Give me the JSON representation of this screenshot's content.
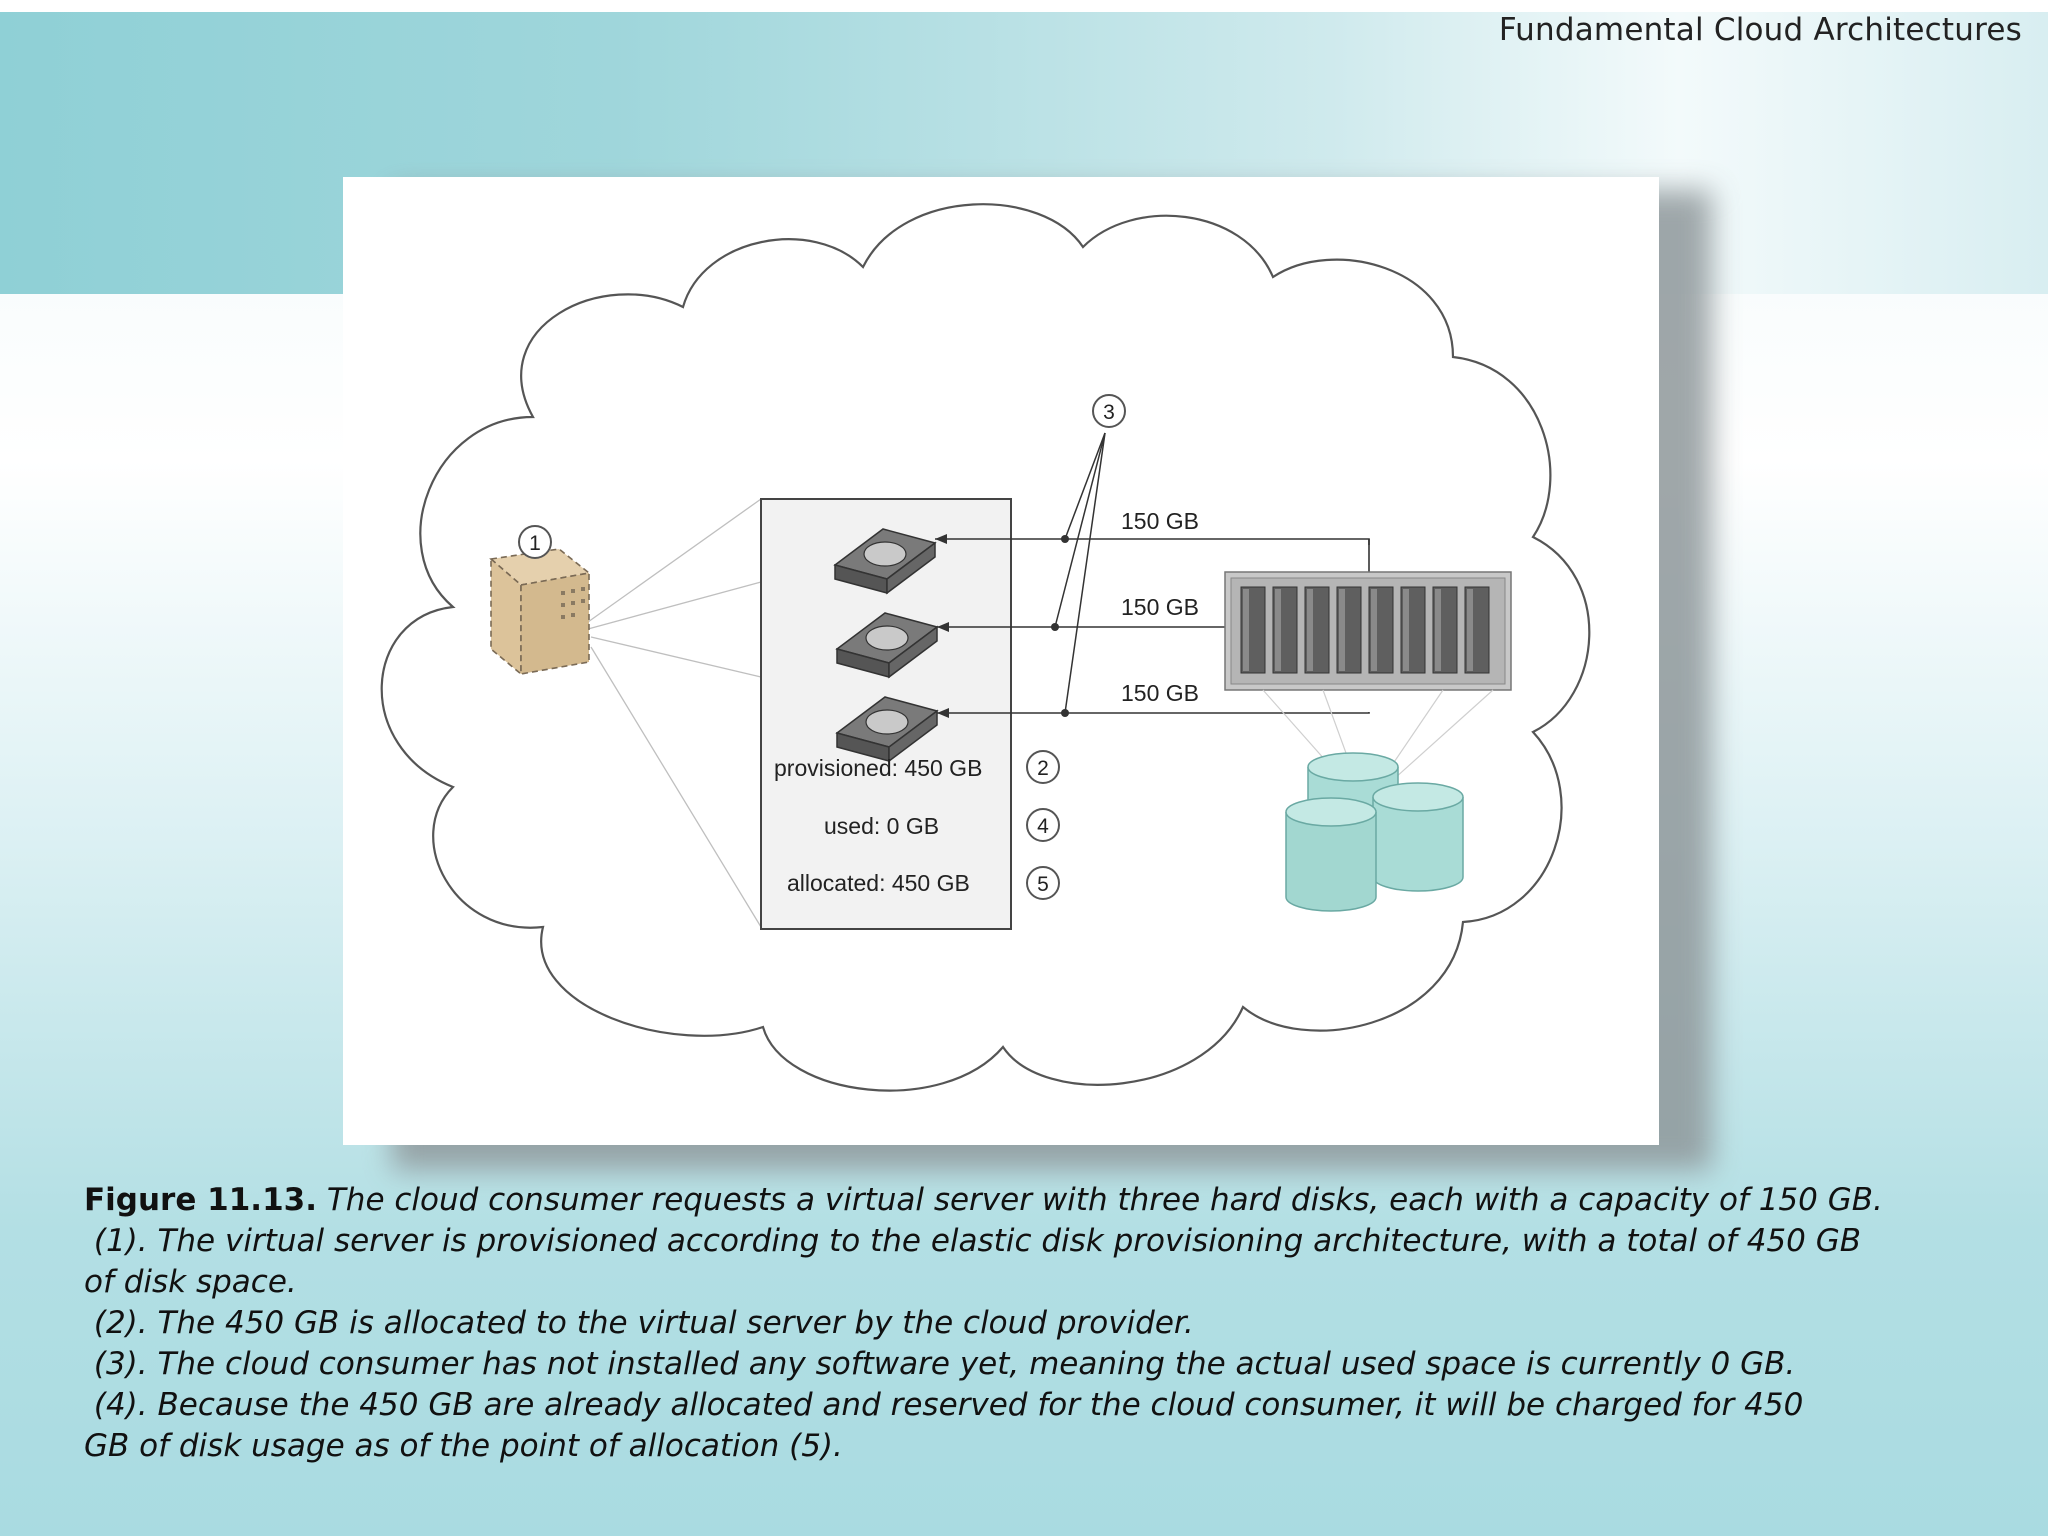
{
  "header": {
    "title": "Fundamental Cloud Architectures"
  },
  "diagram": {
    "markers": [
      "1",
      "2",
      "3",
      "4",
      "5"
    ],
    "disk_labels": [
      "150 GB",
      "150 GB",
      "150 GB"
    ],
    "stats": {
      "provisioned": "provisioned: 450 GB",
      "used": "used: 0 GB",
      "allocated": "allocated: 450 GB"
    },
    "colors": {
      "virtual_server": "#dcc39a",
      "database": "#a9dcd6",
      "disk": "#6e6e6e",
      "cloud_stroke": "#555555"
    }
  },
  "caption": {
    "figure_label": "Figure 11.13.",
    "intro": " The cloud consumer requests a virtual server with three hard disks, each with a capacity of 150 GB.",
    "line_1a": " (1). The virtual server is provisioned according to the elastic disk provisioning architecture, with a total of 450 GB",
    "line_1b": "of disk space.",
    "line_2": " (2). The 450 GB is allocated to the virtual server by the cloud provider.",
    "line_3": " (3). The cloud consumer has not installed any software yet, meaning the actual used space is currently 0 GB.",
    "line_4a": " (4). Because the 450 GB are already allocated and reserved for the cloud consumer, it will be charged for 450",
    "line_4b": "GB of disk usage as of the point of allocation (5)."
  }
}
